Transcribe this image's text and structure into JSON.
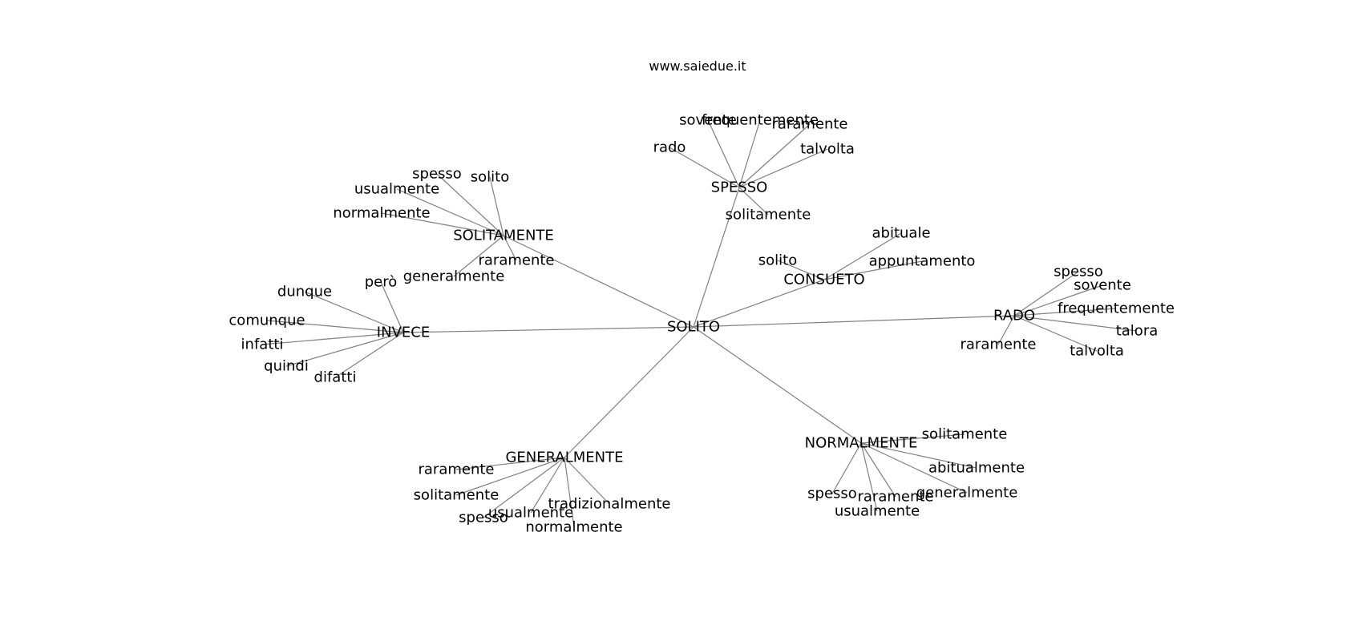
{
  "site": "www.saiedue.it",
  "graph": {
    "center": "SOLITO",
    "hubs": [
      {
        "label": "SPESSO",
        "children": [
          "sovente",
          "frequentemente",
          "raramente",
          "rado",
          "talvolta",
          "solitamente"
        ]
      },
      {
        "label": "SOLITAMENTE",
        "children": [
          "spesso",
          "solito",
          "usualmente",
          "raramente",
          "normalmente",
          "generalmente"
        ]
      },
      {
        "label": "CONSUETO",
        "children": [
          "abituale",
          "solito",
          "appuntamento"
        ]
      },
      {
        "label": "RADO",
        "children": [
          "spesso",
          "sovente",
          "frequentemente",
          "talora",
          "raramente",
          "talvolta"
        ]
      },
      {
        "label": "INVECE",
        "children": [
          "però",
          "dunque",
          "comunque",
          "infatti",
          "quindi",
          "difatti"
        ]
      },
      {
        "label": "GENERALMENTE",
        "children": [
          "raramente",
          "solitamente",
          "usualmente",
          "spesso",
          "tradizionalmente",
          "normalmente"
        ]
      },
      {
        "label": "NORMALMENTE",
        "children": [
          "solitamente",
          "abitualmente",
          "spesso",
          "raramente",
          "generalmente",
          "usualmente"
        ]
      }
    ]
  }
}
